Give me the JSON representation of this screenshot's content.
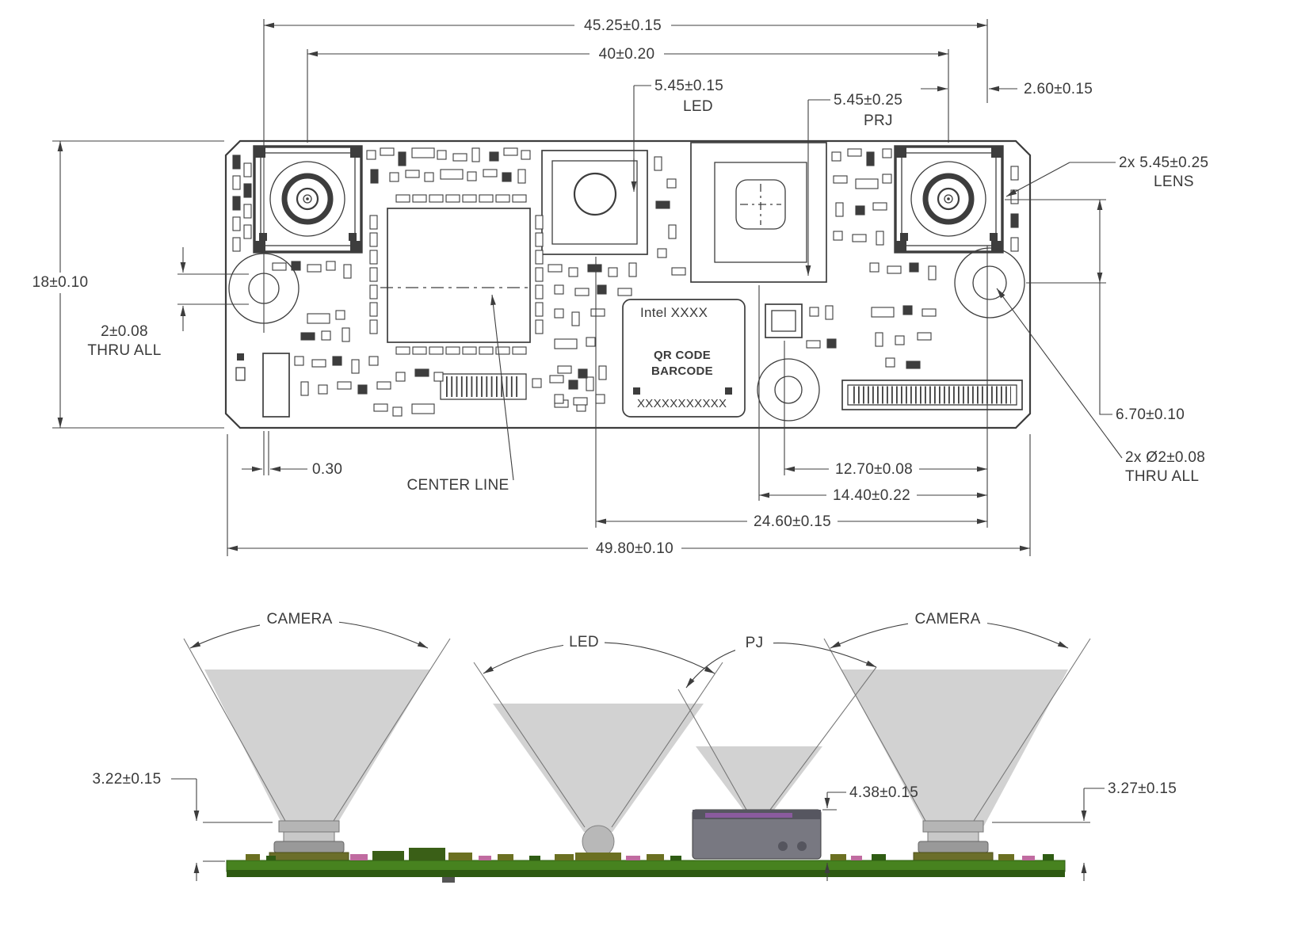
{
  "top_view": {
    "dims": {
      "overall_45": "45.25±0.15",
      "lens_pitch_40": "40±0.20",
      "led_size": "5.45±0.15",
      "led_label": "LED",
      "prj_size": "5.45±0.25",
      "prj_label": "PRJ",
      "edge_2_60": "2.60±0.15",
      "lens_size": "2x 5.45±0.25",
      "lens_label": "LENS",
      "height_18": "18±0.10",
      "hole_left_dia": "2±0.08",
      "hole_left_note": "THRU ALL",
      "offset_0_30": "0.30",
      "center_line": "CENTER LINE",
      "offset_6_70": "6.70±0.10",
      "hole_right_dia": "2x Ø2±0.08",
      "hole_right_note": "THRU ALL",
      "pitch_12_70": "12.70±0.08",
      "pitch_14_40": "14.40±0.22",
      "pitch_24_60": "24.60±0.15",
      "board_width_49_80": "49.80±0.10"
    },
    "silkscreen": {
      "part_label": "Intel XXXX",
      "qr_line1": "QR CODE",
      "qr_line2": "BARCODE",
      "serial": "XXXXXXXXXXX"
    }
  },
  "side_view": {
    "labels": {
      "camera_left": "CAMERA",
      "led": "LED",
      "pj": "PJ",
      "camera_right": "CAMERA"
    },
    "dims": {
      "camera_left_height": "3.22±0.15",
      "pj_height": "4.38±0.15",
      "camera_right_height": "3.27±0.15"
    }
  },
  "colors": {
    "line": "#3d3d3d",
    "cone_fill": "#d2d2d2",
    "pcb_top": "#47821f",
    "pcb_front": "#2e5a12"
  }
}
